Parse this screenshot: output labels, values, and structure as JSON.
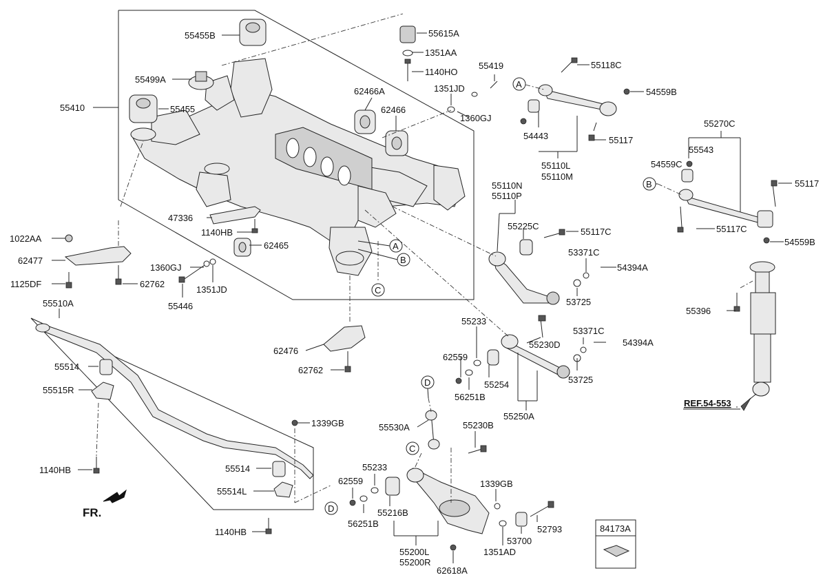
{
  "labels": {
    "l55455B": "55455B",
    "l55615A": "55615A",
    "l1351AA": "1351AA",
    "l55499A": "55499A",
    "l1140HO": "1140HO",
    "l55419": "55419",
    "l55118C": "55118C",
    "l62466A": "62466A",
    "l1351JD_a": "1351JD",
    "l55410": "55410",
    "l55455": "55455",
    "l62466": "62466",
    "l1360GJ_a": "1360GJ",
    "l54559B_a": "54559B",
    "l54443": "54443",
    "l55117_a": "55117",
    "l55110L": "55110L",
    "l55110M": "55110M",
    "l55270C": "55270C",
    "l55543": "55543",
    "l54559C": "54559C",
    "l55117_b": "55117",
    "l55110N": "55110N",
    "l55110P": "55110P",
    "l55225C": "55225C",
    "l55117C_a": "55117C",
    "l55117C_b": "55117C",
    "l54559B_b": "54559B",
    "l47336": "47336",
    "l1140HB_a": "1140HB",
    "l1022AA": "1022AA",
    "l62477": "62477",
    "l62465": "62465",
    "l1360GJ_b": "1360GJ",
    "l1351JD_b": "1351JD",
    "l1125DF": "1125DF",
    "l62762_a": "62762",
    "l55446": "55446",
    "l53371C_a": "53371C",
    "l54394A_a": "54394A",
    "l53725_a": "53725",
    "l55396": "55396",
    "l55510A": "55510A",
    "l62476": "62476",
    "l55233_a": "55233",
    "l55230D": "55230D",
    "l53371C_b": "53371C",
    "l54394A_b": "54394A",
    "l62559_a": "62559",
    "l53725_b": "53725",
    "l62762_b": "62762",
    "l55514_a": "55514",
    "l55254": "55254",
    "l56251B_a": "56251B",
    "l55515R": "55515R",
    "l55250A": "55250A",
    "l1339GB_a": "1339GB",
    "l55530A": "55530A",
    "l55230B": "55230B",
    "l1140HB_b": "1140HB",
    "l55233_b": "55233",
    "l55514_b": "55514",
    "l62559_b": "62559",
    "l1339GB_b": "1339GB",
    "l55514L": "55514L",
    "l55216B": "55216B",
    "l56251B_b": "56251B",
    "l52793": "52793",
    "l53700": "53700",
    "l1351AD": "1351AD",
    "l1140HB_c": "1140HB",
    "l55200L": "55200L",
    "l55200R": "55200R",
    "l62618A": "62618A",
    "l84173A": "84173A",
    "ref": "REF.54-553",
    "fr": "FR.",
    "callA_1": "A",
    "callA_2": "A",
    "callB_1": "B",
    "callB_2": "B",
    "callC_1": "C",
    "callC_2": "C",
    "callD_1": "D",
    "callD_2": "D"
  }
}
